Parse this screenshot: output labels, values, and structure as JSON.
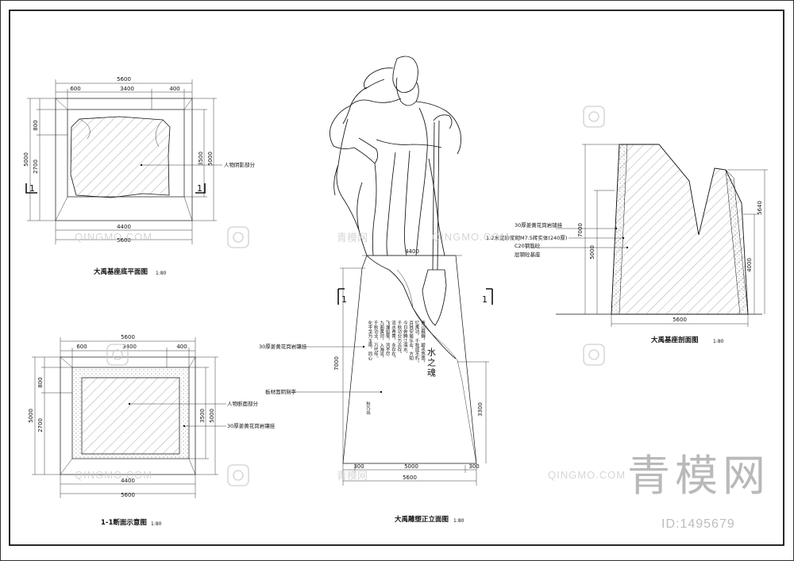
{
  "drawing": {
    "plan_view": {
      "title": "大禹基座底平面图",
      "scale": "1:80",
      "dims_top_total": "5600",
      "dims_top_segments": [
        "600",
        "3400",
        "400"
      ],
      "dims_bottom_inner": "4400",
      "dims_bottom_total": "5600",
      "dims_left_total": "5000",
      "dims_left_segments": [
        "800",
        "2700"
      ],
      "dims_right_inner": "3500",
      "dims_right_total": "5000",
      "section_mark": "1",
      "callout": "人物阴影部分"
    },
    "section_view": {
      "title": "1-1断面示意图",
      "scale": "1:80",
      "dims_top_total": "5600",
      "dims_top_segments": [
        "600",
        "3400",
        "400"
      ],
      "dims_bottom_inner": "4400",
      "dims_bottom_total": "5600",
      "dims_left_total": "5000",
      "dims_left_segments": [
        "800",
        "2700"
      ],
      "dims_right_inner": "3500",
      "dims_right_total": "5000",
      "callout_1": "人物断面部分",
      "callout_2": "30厚姜黄花岗岩镶挂"
    },
    "elevation_view": {
      "title": "大禹雕塑正立面图",
      "scale": "1:80",
      "dim_top": "4400",
      "dim_height": "7000",
      "dim_right": "3300",
      "dims_bottom_segments": [
        "300",
        "5000",
        "300"
      ],
      "dim_bottom_total": "5600",
      "section_mark_left": "1",
      "section_mark_right": "1",
      "callout_1": "30厚姜黄花岗岩镶挂",
      "callout_2": "板材面阴刻字",
      "inscription_title": "水之魂",
      "inscription_columns": [
        "青山巍巍，碧水悠悠，",
        "忆禹功，千秋颂不朽。",
        "百姓安居乐业，方知",
        "今日奔腾江海水，",
        "千秋功业万古存。",
        "流水青青，永存在。",
        "飞瀑如雪，流不尽",
        "九曲黄河，入海流，",
        "千秋功业，万代传。",
        "化干戈为玉帛，同心"
      ],
      "inscription_signature": "秋乃出"
    },
    "profile_view": {
      "title": "大禹基座剖面图",
      "scale": "1:80",
      "callout_1": "30厚姜黄花岗岩铺挂",
      "callout_2": "1:2水泥砂浆砌M7.5砖实体(240厚)",
      "callout_3": "C20钢筋砼",
      "callout_4": "层钢砼基座",
      "dim_left_outer": "7000",
      "dim_left_inner": "5000",
      "dim_right_outer": "5640",
      "dim_right_inner": "4000",
      "dim_bottom": "5600"
    }
  },
  "watermark": {
    "brand_cn": "青模网",
    "brand_latin": "QINGMO.COM",
    "large_cn": "青模网",
    "id_text": "ID:1495679"
  }
}
